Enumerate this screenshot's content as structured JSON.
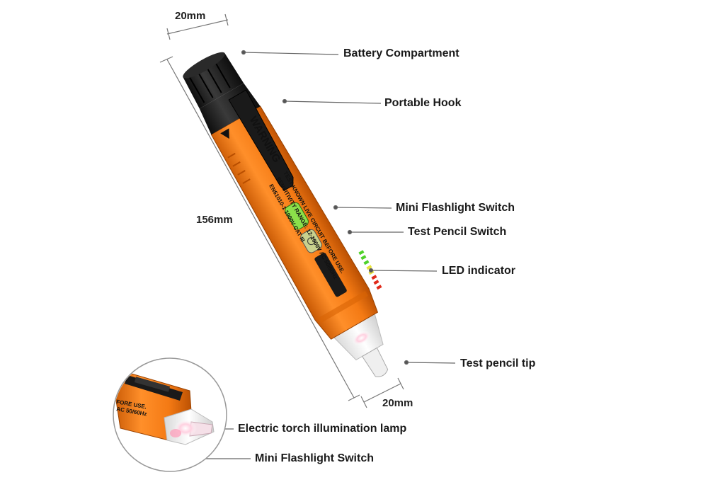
{
  "dimensions": {
    "top_width": "20mm",
    "length": "156mm",
    "bottom_width": "20mm"
  },
  "callouts": {
    "battery": "Battery Compartment",
    "hook": "Portable Hook",
    "flashlight_switch": "Mini Flashlight Switch",
    "test_switch": "Test Pencil Switch",
    "led": "LED indicator",
    "tip": "Test pencil tip",
    "torch_lamp": "Electric torch illumination lamp",
    "inset_flashlight_switch": "Mini Flashlight Switch"
  },
  "pen_text": {
    "warning": "WARNING",
    "line1": "TEST KNOWN LIVE CIRCUIT BEFORE USE.",
    "line2": "SENSITIVITY RANGE: 12-1000V AC 50/60Hz",
    "line3": "EN61010-1 1000V CAT III",
    "inset_line1": "FORE USE.",
    "inset_line2": "AC 50/60Hz"
  },
  "colors": {
    "body_orange": "#f47a14",
    "cap_black": "#1c1c1c",
    "led_green": "#4fd12a",
    "led_yellow": "#e8e23a",
    "led_red": "#e02a1a"
  }
}
